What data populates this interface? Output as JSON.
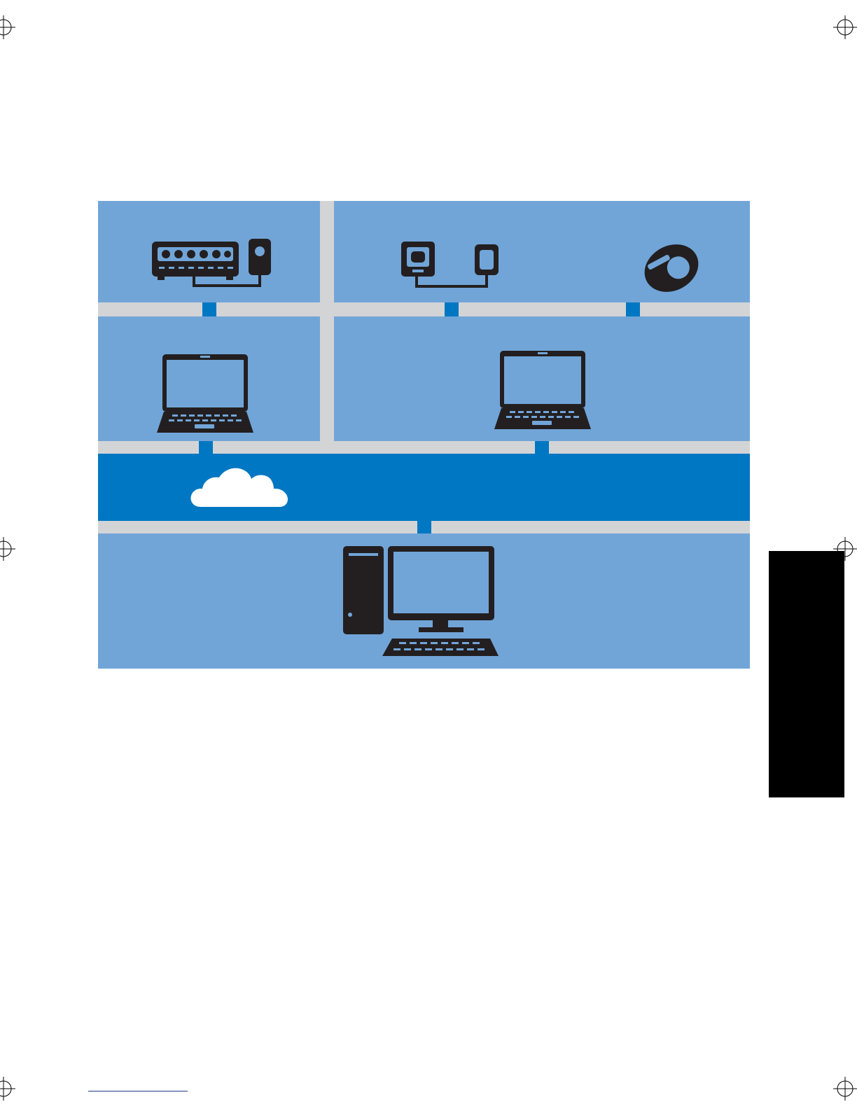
{
  "diagram": {
    "colors": {
      "panel": "#71a5d8",
      "bar": "#d3d4d6",
      "connector": "#0077c2",
      "band": "#0077c2",
      "icon": "#231f20",
      "cloud": "#ffffff"
    },
    "nodes": [
      {
        "id": "switch",
        "icon": "network-switch-icon"
      },
      {
        "id": "powerline-adapters",
        "icon": "powerline-adapter-icon"
      },
      {
        "id": "wireless-mouse",
        "icon": "mouse-icon"
      },
      {
        "id": "laptop-left",
        "icon": "laptop-icon"
      },
      {
        "id": "laptop-right",
        "icon": "laptop-icon"
      },
      {
        "id": "internet",
        "icon": "cloud-icon"
      },
      {
        "id": "desktop",
        "icon": "desktop-computer-icon"
      }
    ]
  },
  "page": {
    "side_tab_color": "#000000",
    "footer_rule_color": "#1e3a8a",
    "registration_marks": [
      "crop-mark-icon",
      "crop-mark-icon",
      "crop-mark-icon",
      "crop-mark-icon",
      "crop-mark-icon",
      "crop-mark-icon"
    ]
  }
}
